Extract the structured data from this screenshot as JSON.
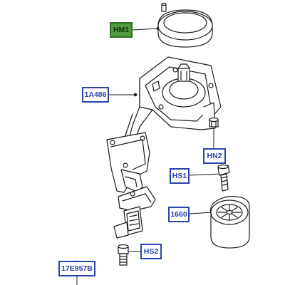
{
  "colors": {
    "ref_border": "#2a44a8",
    "ref_text": "#2a44a8",
    "selected_fill": "#4f9a3c",
    "selected_border": "#2f6b22",
    "selected_text": "#14300e",
    "line": "#1a1a1a"
  },
  "callouts": {
    "hm1": "HM1",
    "a1486": "1A486",
    "hn2": "HN2",
    "hs1": "HS1",
    "p1660": "1660",
    "hs2": "HS2",
    "e17957b": "17E957B"
  }
}
